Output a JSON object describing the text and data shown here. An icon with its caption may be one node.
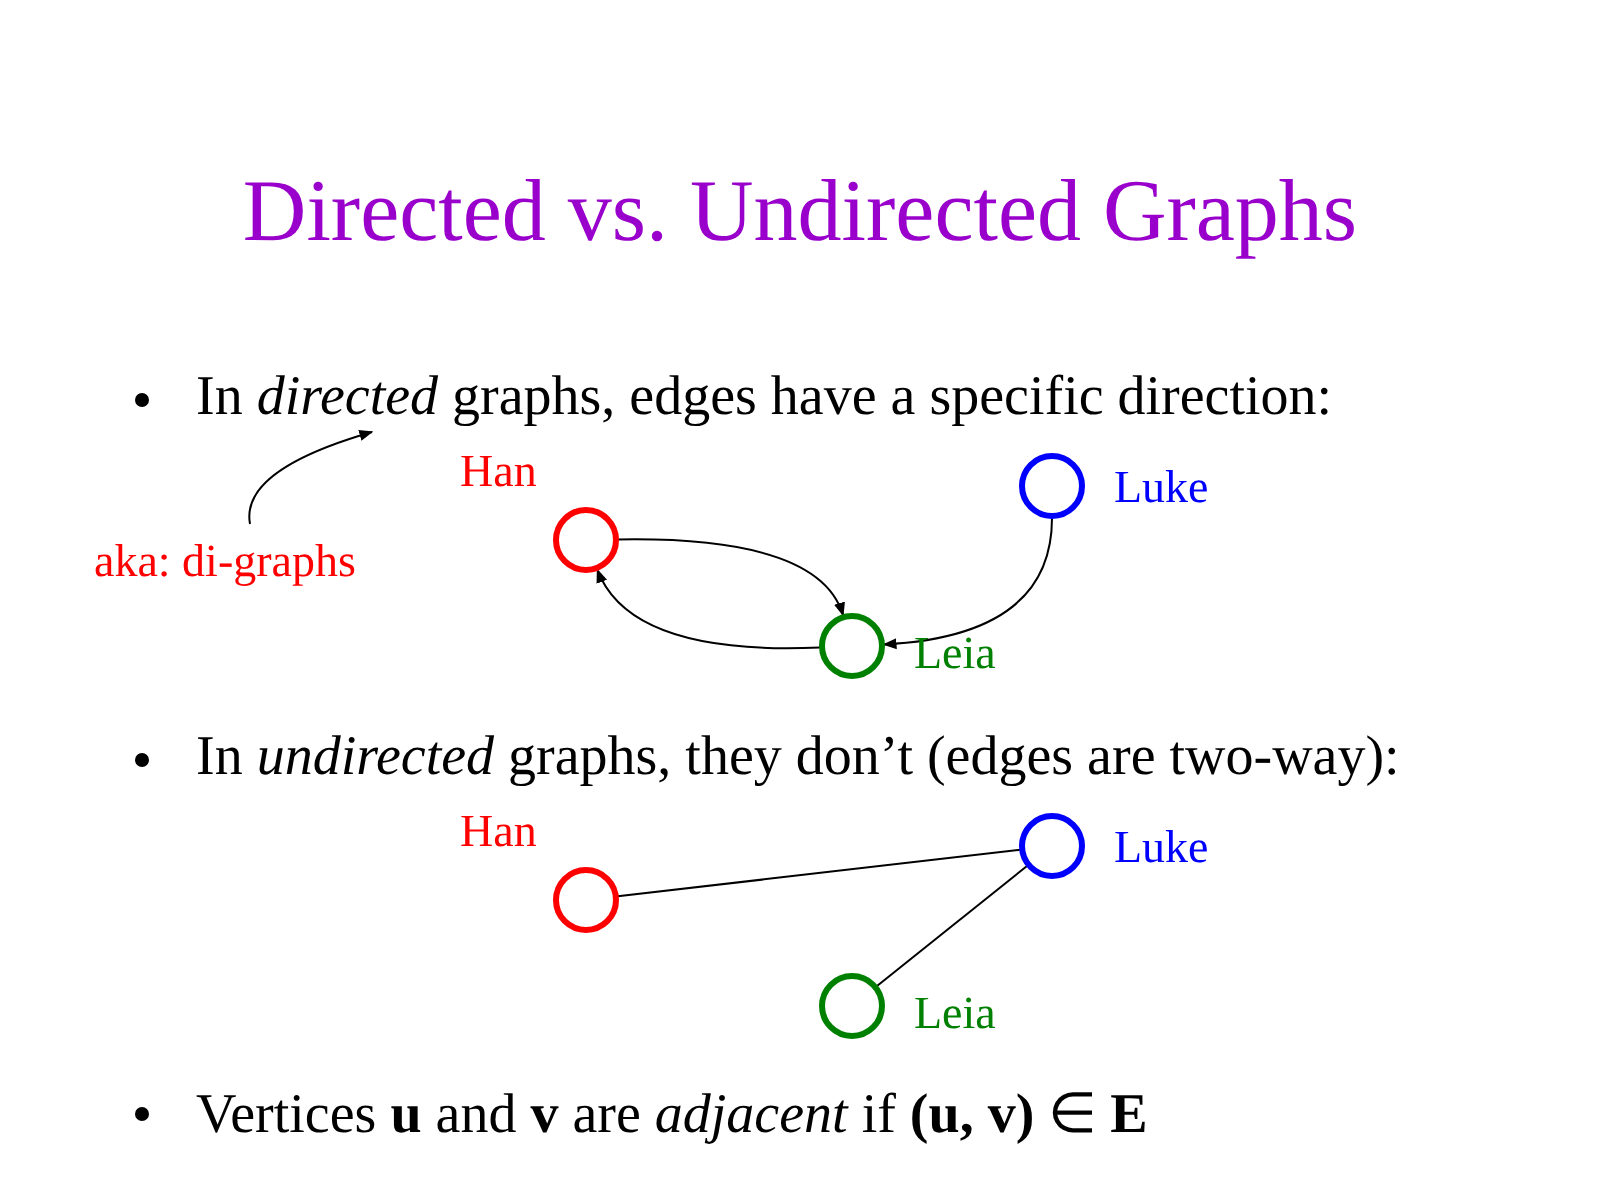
{
  "diagram": {
    "title": "Directed vs. Undirected Graphs",
    "nodes": [
      {
        "text": [
          "In *directed* graphs, edges have a specific direction:"
        ]
      },
      {
        "text": [
          "aka: di-graphs"
        ]
      },
      {
        "text": [],
        "shape": "circle",
        "beside": [
          "Han"
        ]
      },
      {
        "text": [],
        "shape": "circle",
        "beside": [
          "Luke"
        ]
      },
      {
        "text": [],
        "shape": "circle",
        "beside": [
          "Leia"
        ]
      },
      {
        "text": [],
        "shape": "circle",
        "beside": [
          "Han"
        ]
      },
      {
        "text": [],
        "shape": "circle",
        "beside": [
          "Luke"
        ]
      },
      {
        "text": [],
        "shape": "circle",
        "beside": [
          "Leia"
        ]
      }
    ],
    "edges": [
      {
        "from": 1,
        "to": 0,
        "arrow": "to"
      },
      {
        "from": 2,
        "to": 4,
        "arrow": "to"
      },
      {
        "from": 4,
        "to": 2,
        "arrow": "to"
      },
      {
        "from": 3,
        "to": 4,
        "arrow": "to"
      },
      {
        "from": 5,
        "to": 6,
        "arrow": "none"
      },
      {
        "from": 6,
        "to": 7,
        "arrow": "none"
      }
    ],
    "labels": [
      "In *undirected* graphs, they don’t (edges are two-way):",
      "Vertices **u** and **v** are *adjacent* if **(u, v)** ∈ **E**"
    ]
  }
}
